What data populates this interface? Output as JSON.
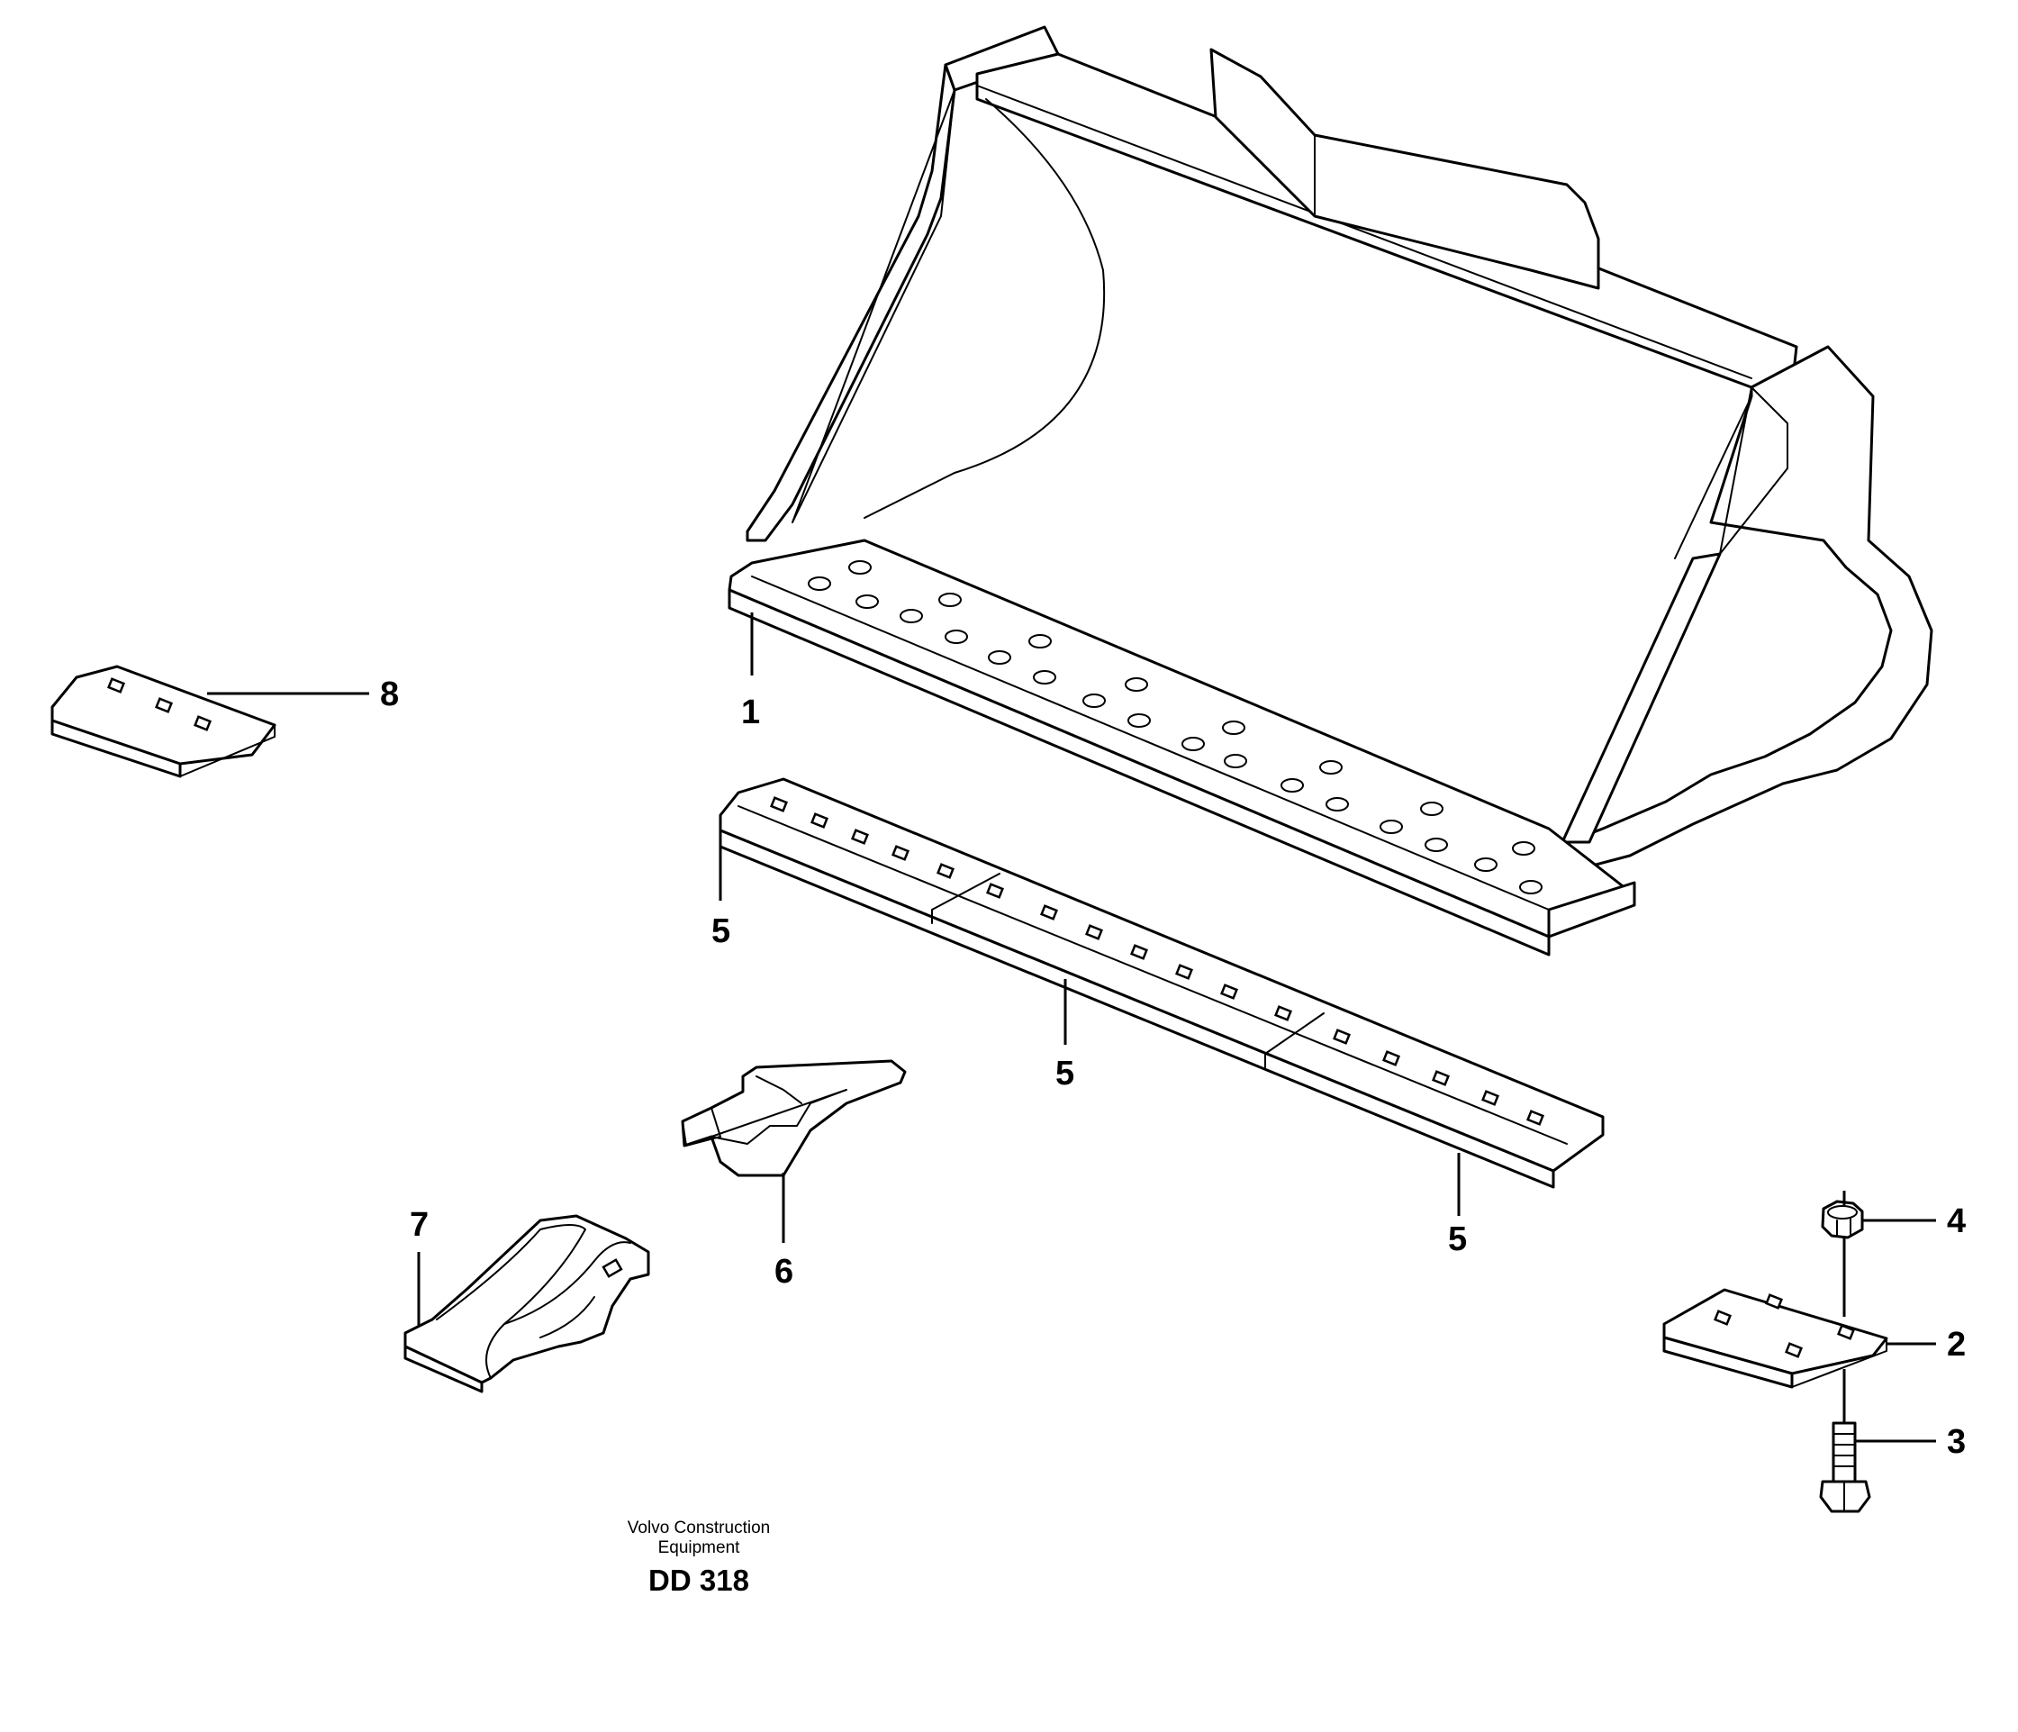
{
  "callouts": {
    "c1": "1",
    "c2": "2",
    "c3": "3",
    "c4": "4",
    "c5a": "5",
    "c5b": "5",
    "c5c": "5",
    "c6": "6",
    "c7": "7",
    "c8": "8"
  },
  "footer": {
    "company_line1": "Volvo Construction",
    "company_line2": "Equipment",
    "drawing_code": "DD 318"
  }
}
